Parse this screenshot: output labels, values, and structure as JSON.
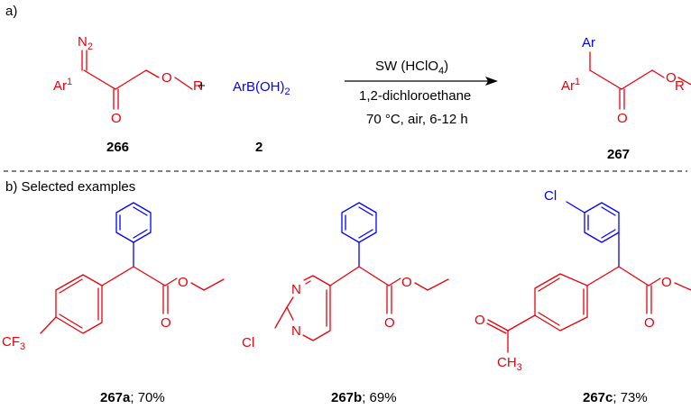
{
  "part_a": {
    "label": "a)",
    "reactant1": {
      "n2": "N",
      "n2_sub": "2",
      "ar1": "Ar",
      "ar1_sup": "1",
      "o1": "O",
      "o2": "O",
      "r": "R",
      "id": "266"
    },
    "plus": "+",
    "reactant2": {
      "pre": "ArB(OH)",
      "sub": "2",
      "id": "2"
    },
    "conditions": {
      "line1_pre": "SW (HClO",
      "line1_sub": "4",
      "line1_post": ")",
      "line2": "1,2-dichloroethane",
      "line3": "70 °C, air, 6-12 h"
    },
    "product": {
      "ar": "Ar",
      "ar1": "Ar",
      "ar1_sup": "1",
      "o1": "O",
      "o2": "O",
      "r": "R",
      "id": "267"
    }
  },
  "part_b": {
    "label": "b) Selected examples",
    "ex_a": {
      "cf3_pre": "CF",
      "cf3_sub": "3",
      "o1": "O",
      "o2": "O",
      "id": "267a",
      "yield": "; 70%"
    },
    "ex_b": {
      "n1": "N",
      "n2": "N",
      "cl": "Cl",
      "o1": "O",
      "o2": "O",
      "id": "267b",
      "yield": "; 69%"
    },
    "ex_c": {
      "cl": "Cl",
      "o_ketone": "O",
      "ch3_pre": "CH",
      "ch3_sub": "3",
      "o1": "O",
      "o2": "O",
      "id": "267c",
      "yield": "; 73%"
    }
  },
  "colors": {
    "red": "#e8000b",
    "blue": "#0000ff",
    "black": "#000000"
  }
}
